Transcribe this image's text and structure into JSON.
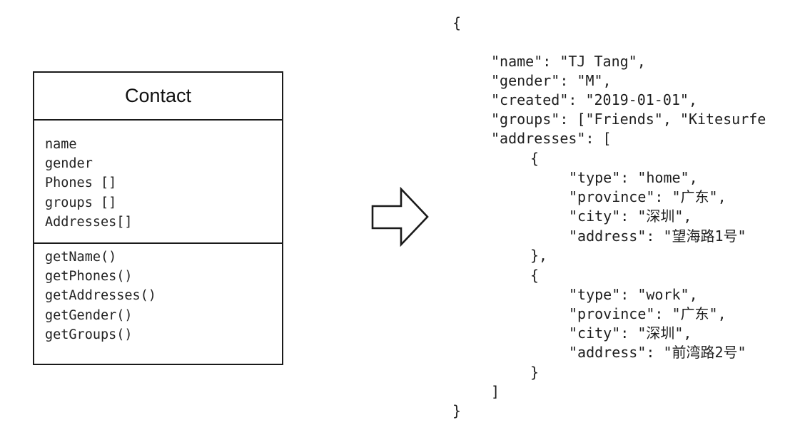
{
  "uml": {
    "class_name": "Contact",
    "attributes": [
      "name",
      "gender",
      "Phones []",
      "groups []",
      "Addresses[]"
    ],
    "methods": [
      "getName()",
      "getPhones()",
      "getAddresses()",
      "getGender()",
      "getGroups()"
    ]
  },
  "arrow_icon": "right-arrow-outline-icon",
  "json_lines": [
    "{",
    "\"name\": \"TJ Tang\",",
    "\"gender\": \"M\",",
    "\"created\": \"2019-01-01\",",
    "\"groups\": [\"Friends\", \"Kitesurfe",
    "\"addresses\": [",
    "{",
    "\"type\": \"home\",",
    "\"province\": \"广东\",",
    "\"city\": \"深圳\",",
    "\"address\": \"望海路1号\"",
    "},",
    "{",
    "\"type\": \"work\",",
    "\"province\": \"广东\",",
    "\"city\": \"深圳\",",
    "\"address\": \"前湾路2号\"",
    "}",
    "]",
    "}"
  ]
}
